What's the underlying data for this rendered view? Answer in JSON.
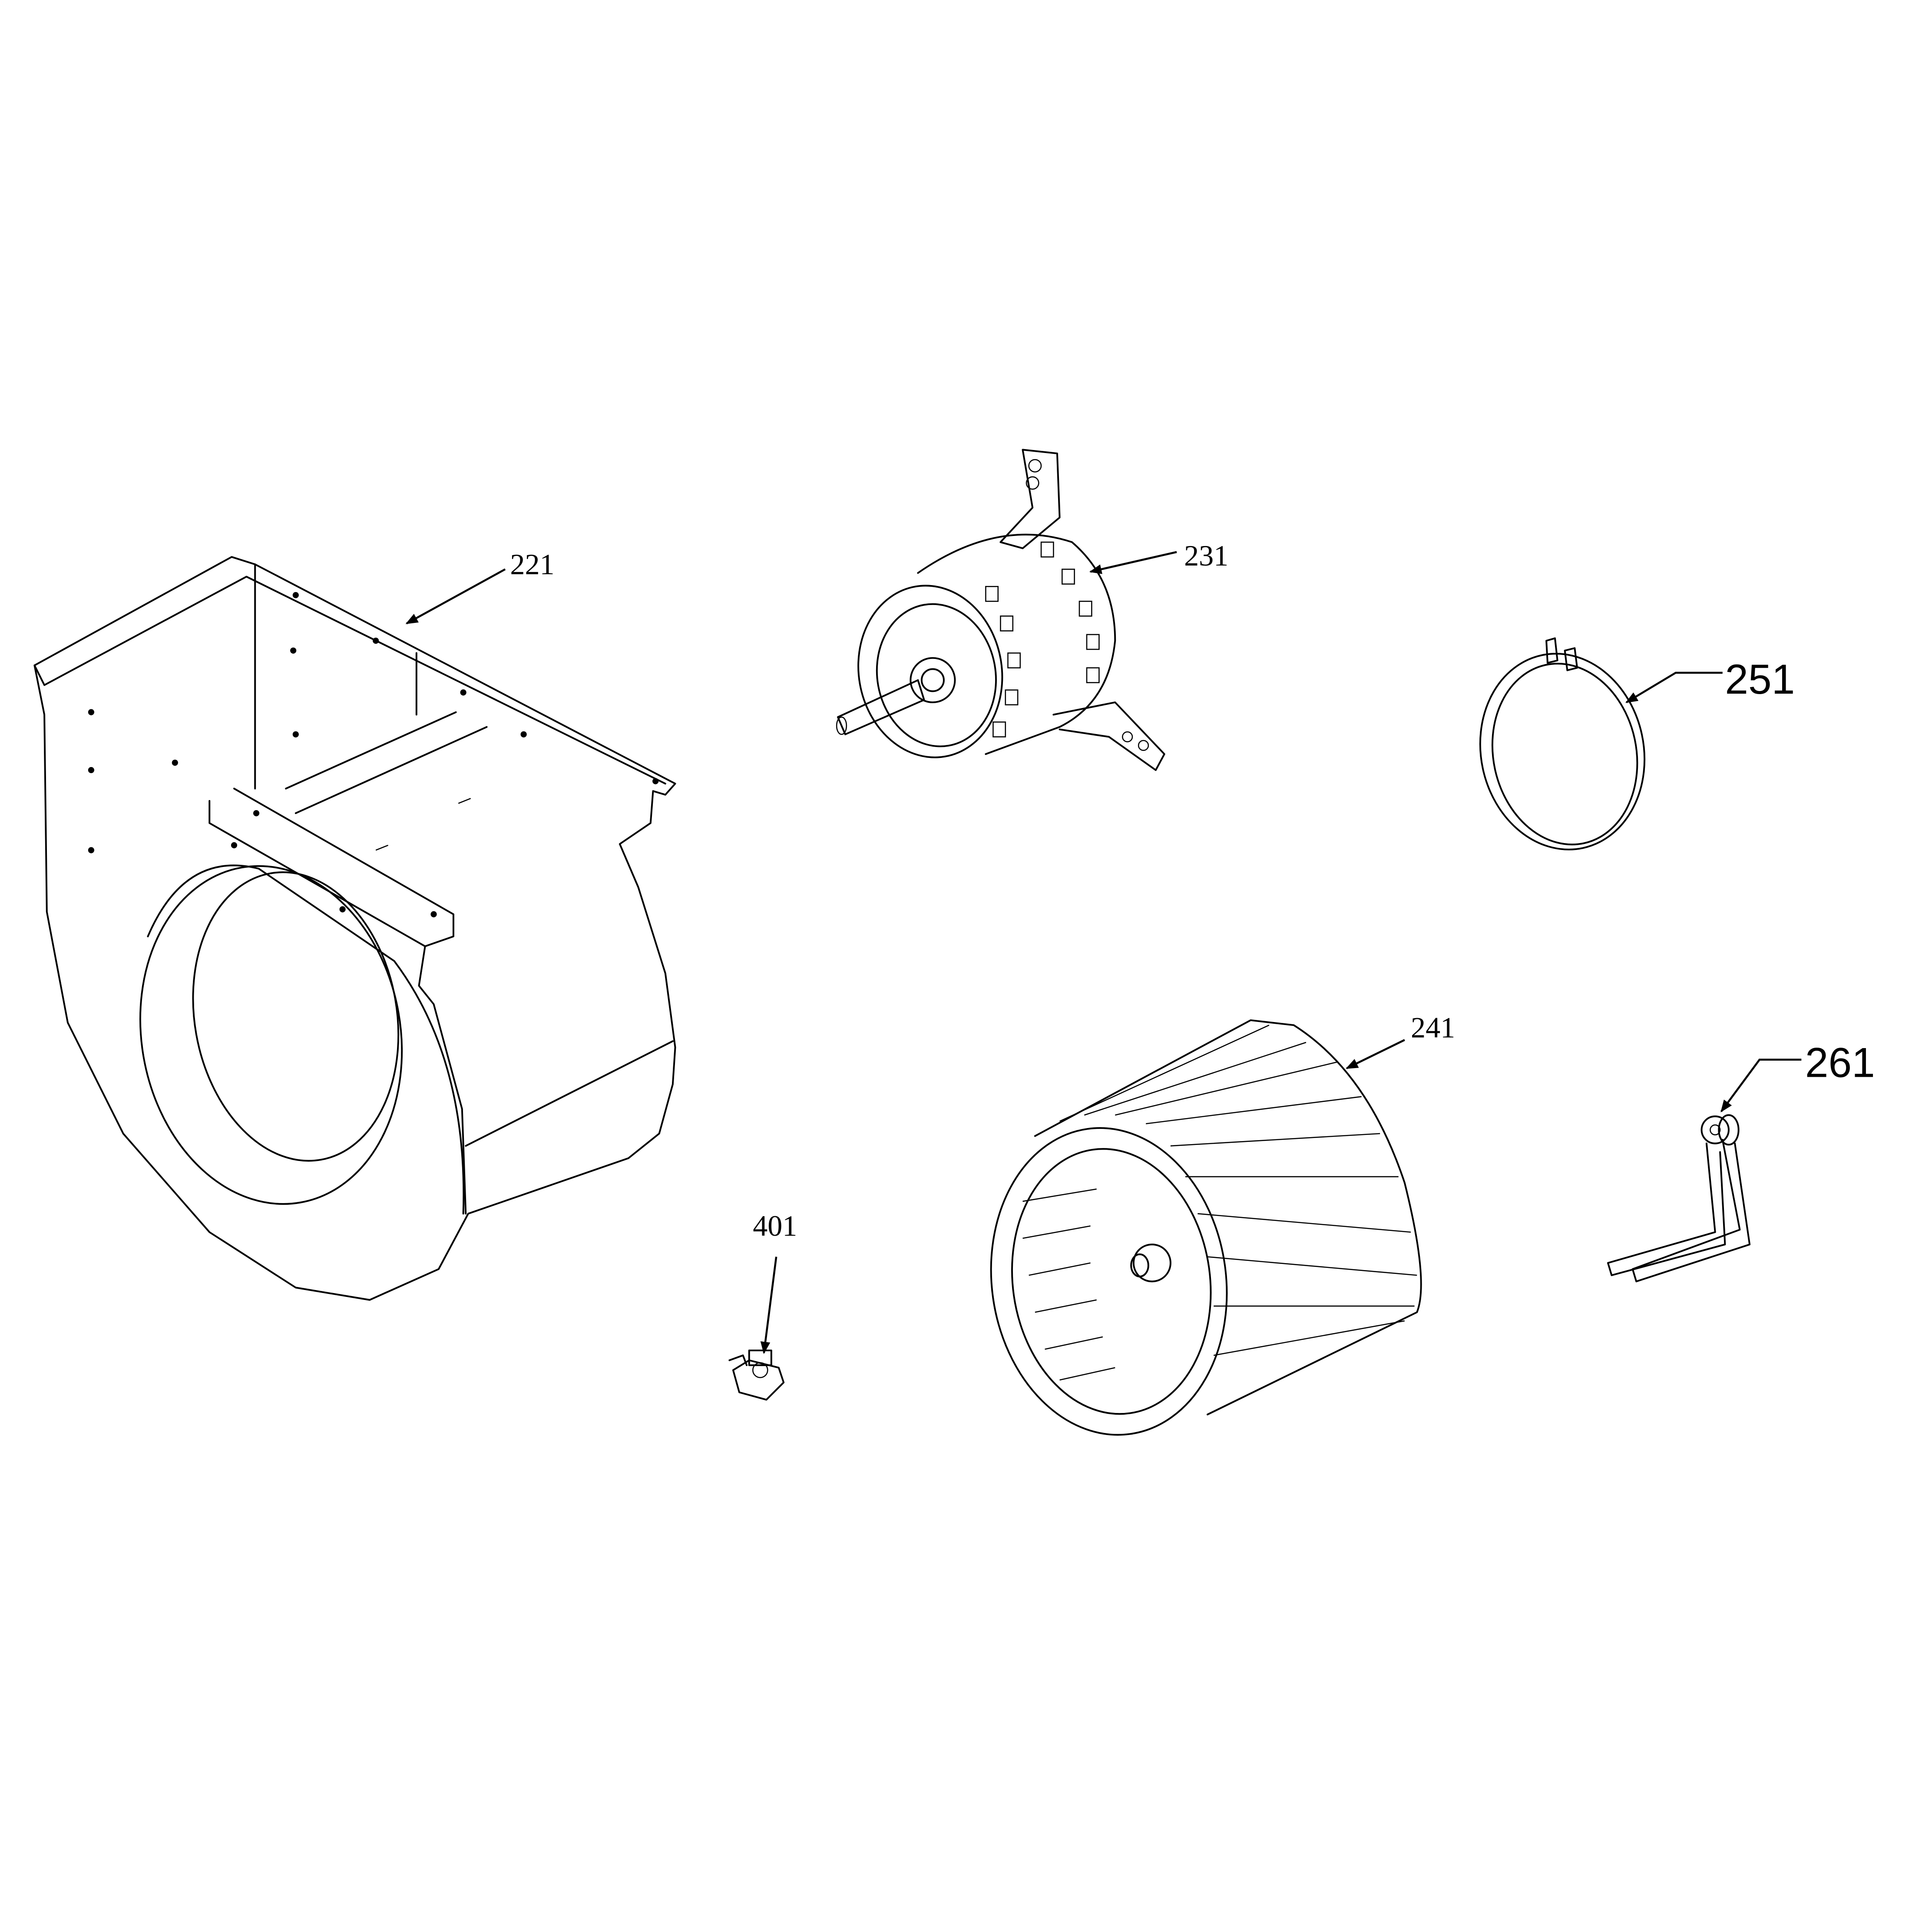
{
  "diagram": {
    "type": "exploded-parts-diagram",
    "parts": [
      {
        "id": "housing",
        "label": "221"
      },
      {
        "id": "motor",
        "label": "231"
      },
      {
        "id": "wheel",
        "label": "241"
      },
      {
        "id": "band",
        "label": "251"
      },
      {
        "id": "bracket",
        "label": "261"
      },
      {
        "id": "limit-switch",
        "label": "401"
      }
    ]
  }
}
